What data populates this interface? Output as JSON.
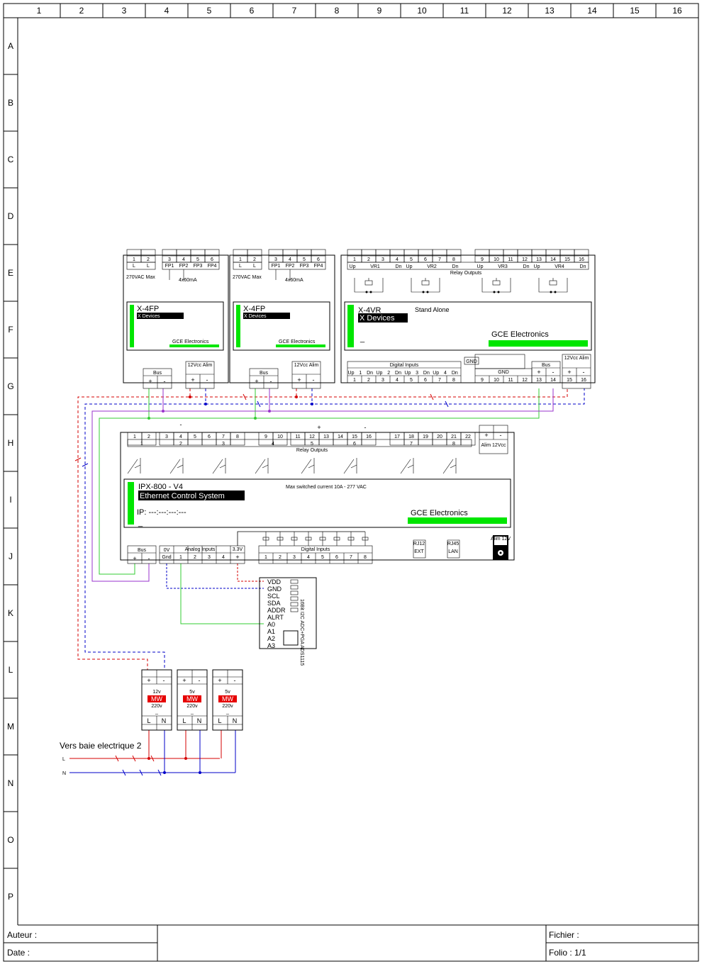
{
  "frame": {
    "columns": [
      "1",
      "2",
      "3",
      "4",
      "5",
      "6",
      "7",
      "8",
      "9",
      "10",
      "11",
      "12",
      "13",
      "14",
      "15",
      "16"
    ],
    "rows": [
      "A",
      "B",
      "C",
      "D",
      "E",
      "F",
      "G",
      "H",
      "I",
      "J",
      "K",
      "L",
      "M",
      "N",
      "O",
      "P"
    ]
  },
  "cartouche": {
    "author_label": "Auteur :",
    "date_label": "Date :",
    "file_label": "Fichier :",
    "folio_label": "Folio : 1/1"
  },
  "x4fp": {
    "terminals_top": [
      "1",
      "2",
      "3",
      "4",
      "5",
      "6"
    ],
    "sub_labels": [
      "L",
      "L",
      "FP1",
      "FP2",
      "FP3",
      "FP4"
    ],
    "voltage": "270VAC Max",
    "current": "4x60mA",
    "model": "X-4FP",
    "brand_tag": "X Devices",
    "maker": "GCE Electronics",
    "bus_label": "Bus",
    "alim_label": "12Vcc Alim",
    "plus": "+",
    "minus": "-"
  },
  "x4vr": {
    "terminals_top": [
      "1",
      "2",
      "3",
      "4",
      "5",
      "6",
      "7",
      "8",
      "9",
      "10",
      "11",
      "12",
      "13",
      "14",
      "15",
      "16"
    ],
    "sub_labels": [
      "Up",
      "VR1",
      "Dn",
      "Up",
      "VR2",
      "Dn",
      "Up",
      "VR3",
      "Dn",
      "Up",
      "VR4",
      "Dn"
    ],
    "relay_label": "Relay Outputs",
    "model": "X-4VR",
    "brand_tag": "X Devices",
    "mode": "Stand Alone",
    "maker": "GCE Electronics",
    "dash": "_",
    "di_label": "Digital Inputs",
    "di_sub": [
      "Up",
      "1",
      "Dn",
      "Up",
      "2",
      "Dn",
      "Up",
      "3",
      "Dn",
      "Up",
      "4",
      "Dn"
    ],
    "di_numbers": [
      "1",
      "2",
      "3",
      "4",
      "5",
      "6",
      "7",
      "8"
    ],
    "gnd_label": "GND",
    "gnd_numbers": [
      "9",
      "10",
      "11",
      "12"
    ],
    "bus_label": "Bus",
    "bus_numbers": [
      "13",
      "14"
    ],
    "alim_label": "12Vcc Alim",
    "alim_numbers": [
      "15",
      "16"
    ],
    "plus": "+",
    "minus": "-"
  },
  "ipx": {
    "relay_terminals": [
      "1",
      "2",
      "3",
      "4",
      "5",
      "6",
      "7",
      "8",
      "9",
      "10",
      "11",
      "12",
      "13",
      "14",
      "15",
      "16",
      "17",
      "18",
      "19",
      "20",
      "21",
      "22"
    ],
    "relay_groups": [
      "1",
      "2",
      "3",
      "4",
      "5",
      "6",
      "7",
      "8"
    ],
    "relay_label": "Relay Outputs",
    "alim_label": "Alim 12Vcc",
    "model": "IPX-800 - V4",
    "subtitle": "Ethernet Control System",
    "max_current": "Max switched current 10A - 277 VAC",
    "ip": "IP: ---:---:---:---",
    "dash": "_",
    "maker": "GCE Electronics",
    "bus_label": "Bus",
    "zero_v": "0V",
    "gnd": "Gnd",
    "analog_label": "Analog Inputs",
    "analog_numbers": [
      "1",
      "2",
      "3",
      "4"
    ],
    "v33": "3.3V",
    "di_label": "Digital Inputs",
    "di_numbers": [
      "1",
      "2",
      "3",
      "4",
      "5",
      "6",
      "7",
      "8"
    ],
    "rj12": "RJ12",
    "ext": "EXT",
    "rj45": "RJ45",
    "lan": "LAN",
    "alim12": "Alim 12V",
    "plus": "+",
    "minus": "-"
  },
  "adc": {
    "pins": [
      "VDD",
      "GND",
      "SCL",
      "SDA",
      "ADDR",
      "ALRT",
      "A0",
      "A1",
      "A2",
      "A3"
    ],
    "desc": "16Bit I2C ADC+PGA ADS1115"
  },
  "psu": [
    {
      "voltage": "12v",
      "brand": "MW",
      "input": "220v"
    },
    {
      "voltage": "5v",
      "brand": "MW",
      "input": "220v"
    },
    {
      "voltage": "5v",
      "brand": "MW",
      "input": "220v"
    }
  ],
  "psu_terms": {
    "plus": "+",
    "minus": "-",
    "line": "L",
    "neutral": "N",
    "dash": "_"
  },
  "mains": {
    "title": "Vers baie electrique 2",
    "line": "L",
    "neutral": "N"
  },
  "colors": {
    "red": "#d40000",
    "blue": "#0000c8",
    "green": "#33cc33",
    "purple": "#9933cc",
    "bright_green": "#00e600",
    "mw_red": "#e60000"
  }
}
